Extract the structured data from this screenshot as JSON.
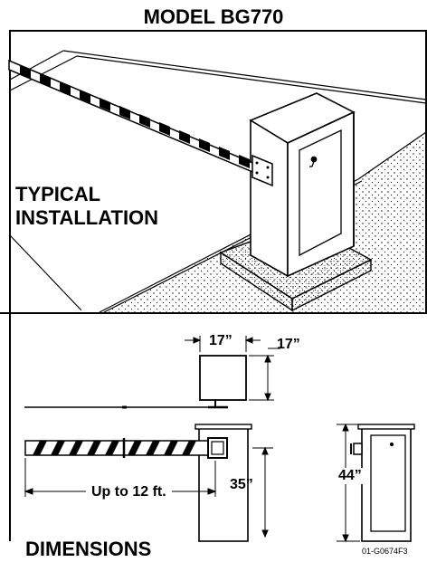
{
  "title": "MODEL BG770",
  "installation_label_line1": "TYPICAL",
  "installation_label_line2": "INSTALLATION",
  "dimensions_label": "DIMENSIONS",
  "dimension_cabinet_width": "17”",
  "dimension_cabinet_depth": "17”",
  "dimension_arm_length": "Up to 12 ft.",
  "dimension_arm_height": "35”",
  "dimension_cabinet_height": "44”",
  "drawing_code": "01-G0674F3",
  "colors": {
    "ink": "#000000",
    "paper": "#ffffff",
    "concrete_pad": "#f3f3f3"
  }
}
